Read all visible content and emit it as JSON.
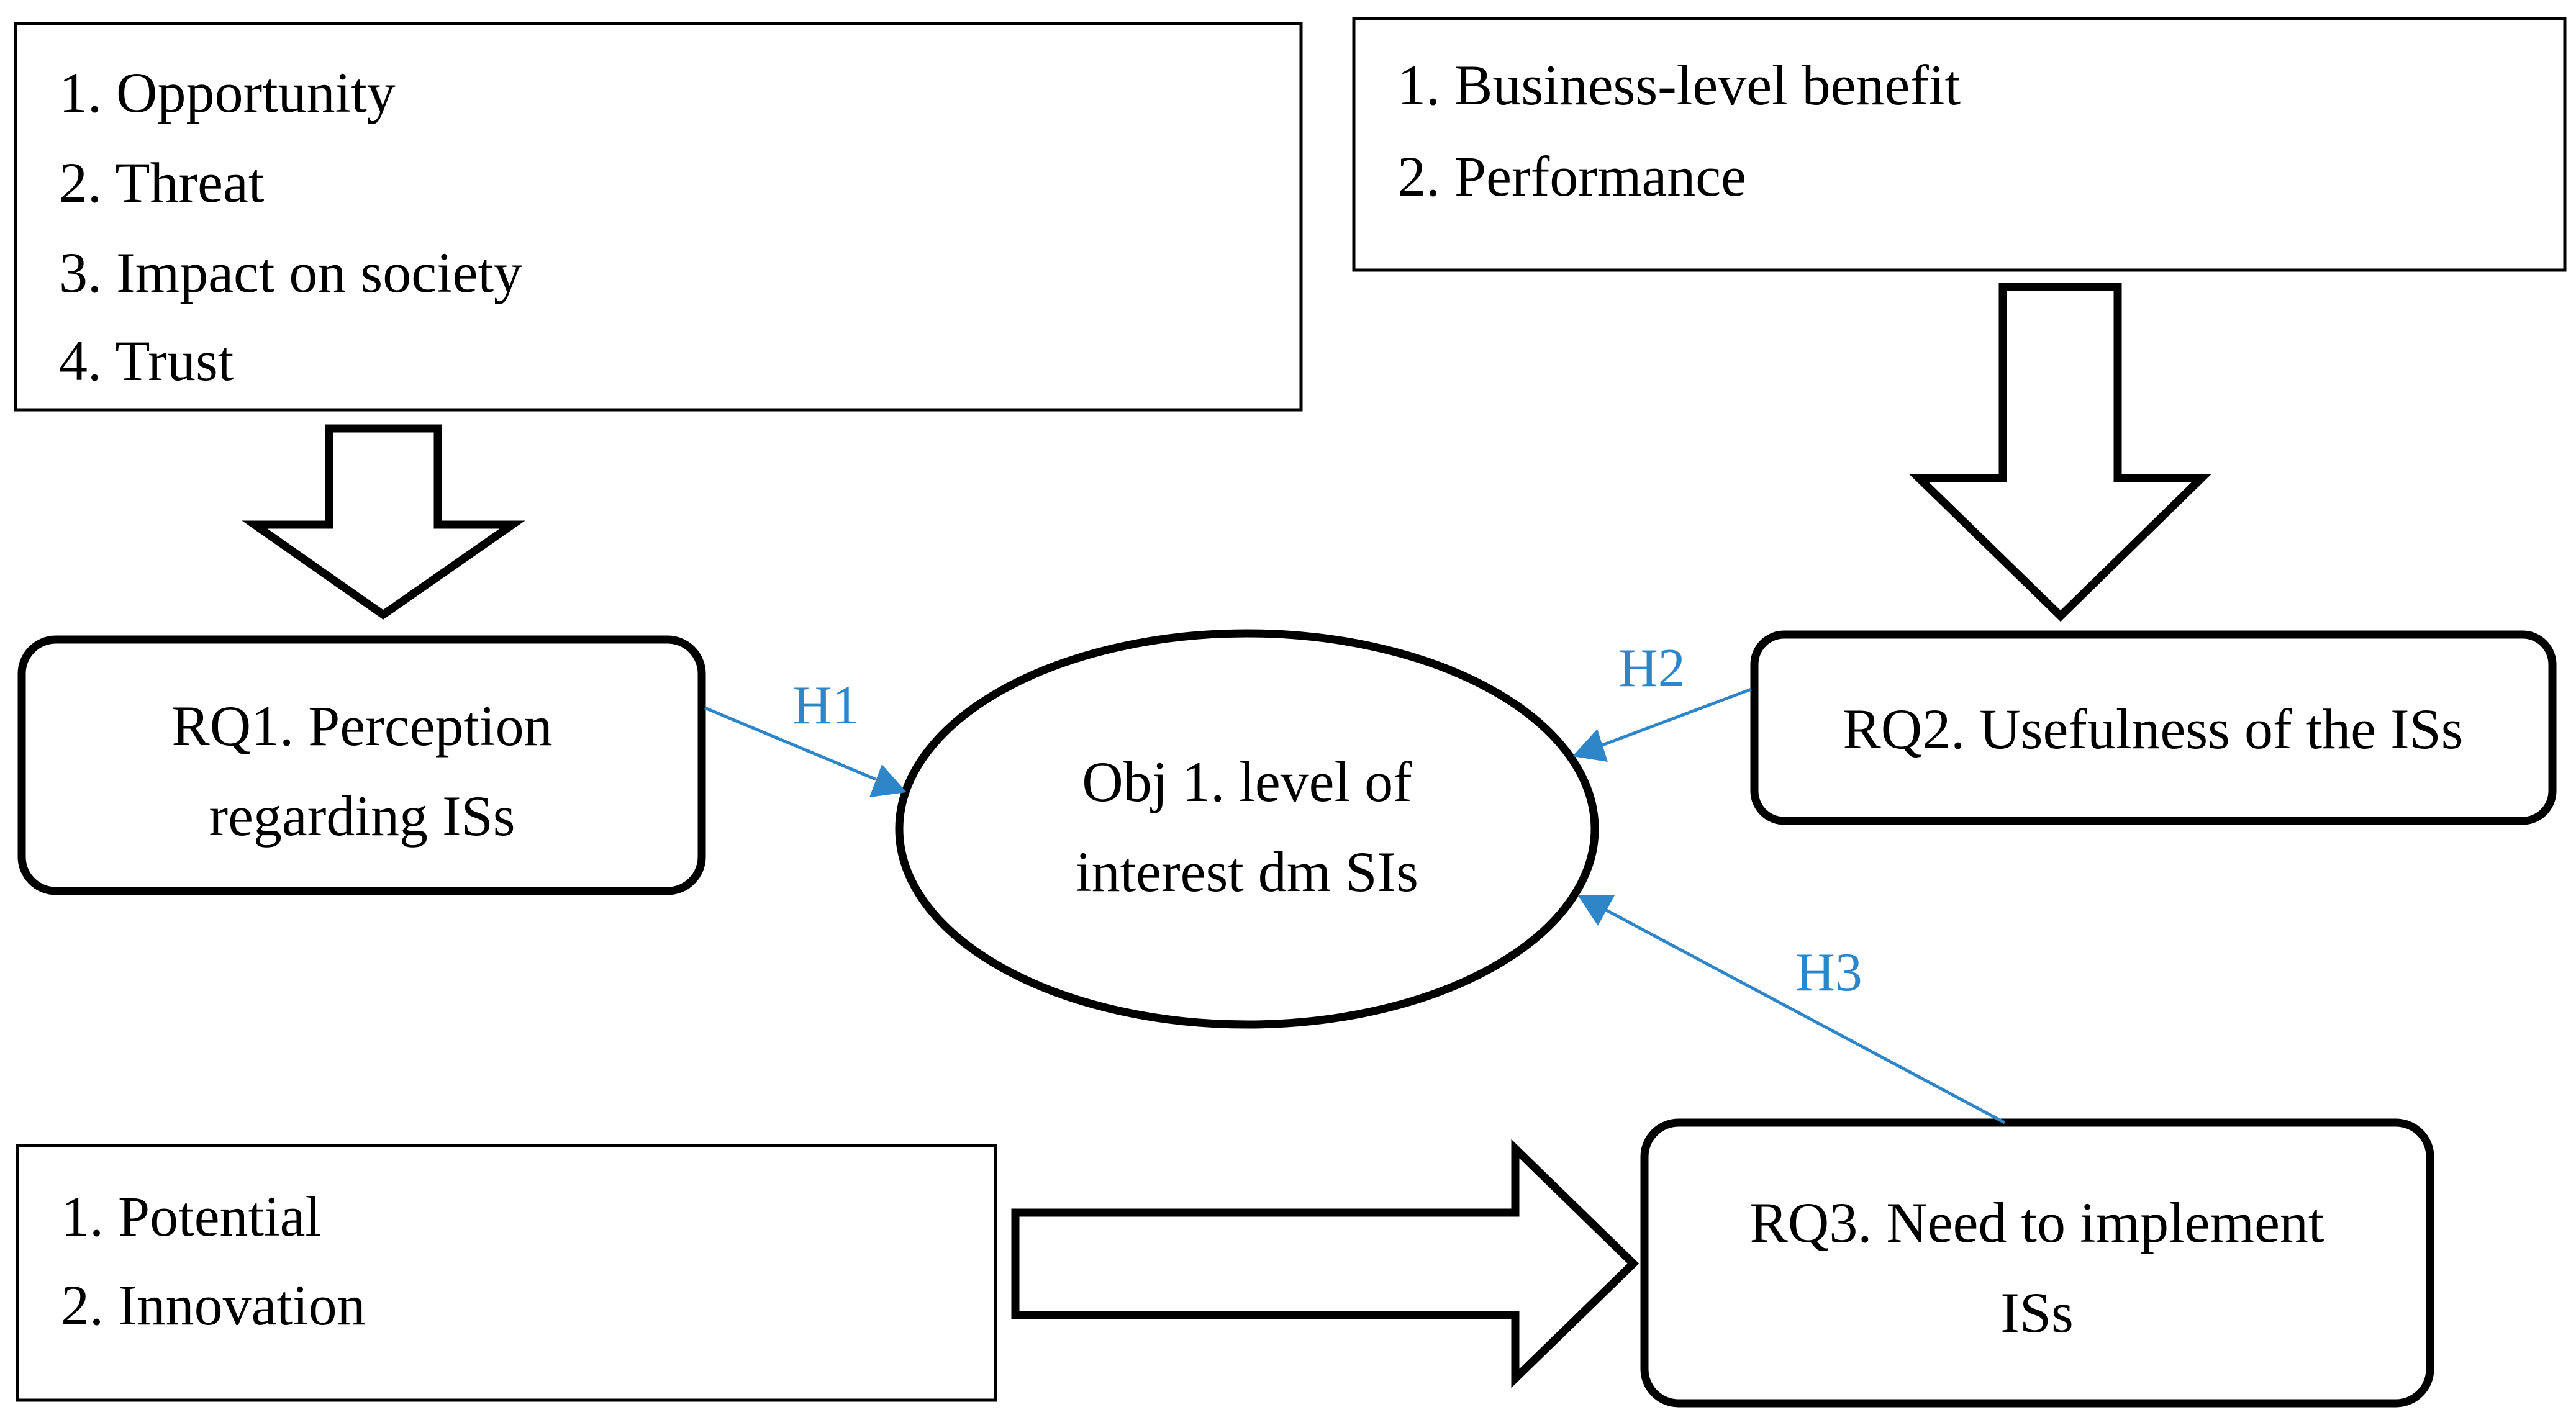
{
  "factor_boxes": {
    "rq1_factors": [
      "1. Opportunity",
      "2. Threat",
      "3. Impact on society",
      "4. Trust"
    ],
    "rq2_factors": [
      "1. Business-level benefit",
      "2. Performance"
    ],
    "rq3_factors": [
      "1. Potential",
      "2. Innovation"
    ]
  },
  "questions": {
    "rq1": [
      "RQ1. Perception",
      "regarding ISs"
    ],
    "rq2": [
      "RQ2. Usefulness of the ISs"
    ],
    "rq3": [
      "RQ3. Need to implement",
      "ISs"
    ]
  },
  "objective": [
    "Obj 1. level of",
    "interest dm SIs"
  ],
  "hypotheses": {
    "h1": "H1",
    "h2": "H2",
    "h3": "H3"
  },
  "colors": {
    "hypothesis": "#2e86c9",
    "outline": "#000000"
  }
}
